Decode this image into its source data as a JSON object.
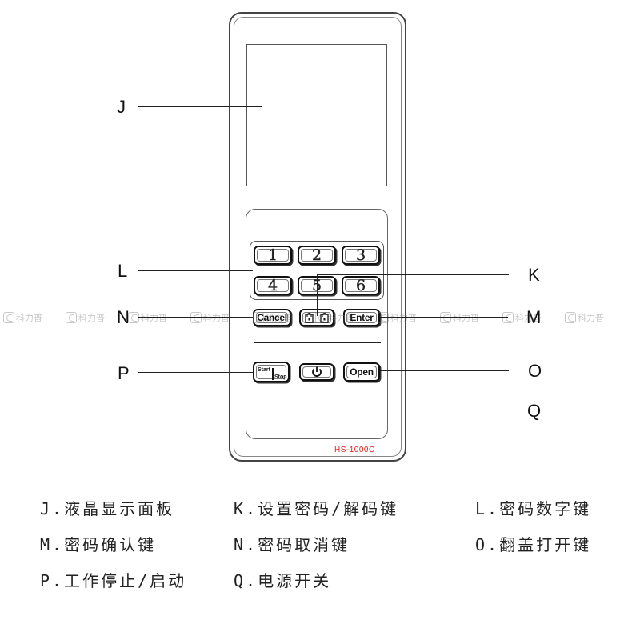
{
  "callouts": {
    "J": "J",
    "K": "K",
    "L": "L",
    "M": "M",
    "N": "N",
    "O": "O",
    "P": "P",
    "Q": "Q"
  },
  "keys": {
    "num": [
      "1",
      "2",
      "3",
      "4",
      "5",
      "6"
    ],
    "cancel": "Cancel",
    "enter": "Enter",
    "start": "Start",
    "stop": "Stop",
    "open": "Open",
    "power_symbol": "⏻"
  },
  "model": "HS-1000C",
  "watermark": {
    "text": "科力普",
    "count": 10
  },
  "legend": [
    [
      "J.液晶显示面板",
      "K.设置密码/解码键",
      "L.密码数字键"
    ],
    [
      "M.密码确认键",
      "N.密码取消键",
      "O.翻盖打开键"
    ],
    [
      "P.工作停止/启动",
      "Q.电源开关",
      ""
    ]
  ],
  "colors": {
    "model_text": "#e02020",
    "line": "#222222"
  }
}
